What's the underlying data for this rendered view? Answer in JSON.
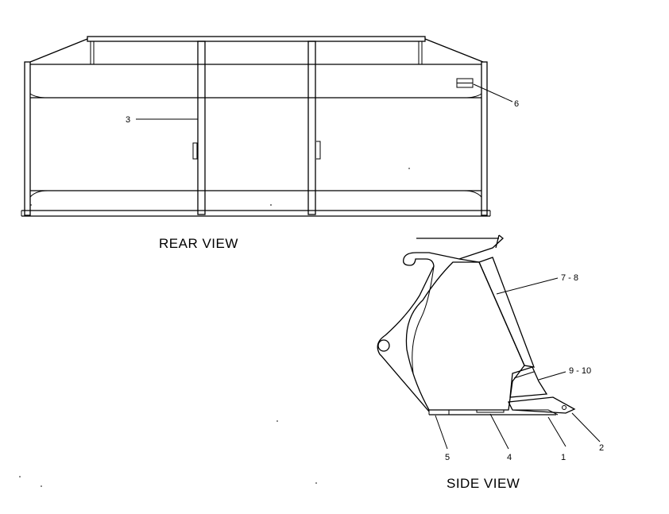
{
  "rear_view": {
    "title": "REAR VIEW",
    "callouts": {
      "c3": "3",
      "c6": "6"
    }
  },
  "side_view": {
    "title": "SIDE VIEW",
    "callouts": {
      "c78": "7 - 8",
      "c910": "9 - 10",
      "c1": "1",
      "c2": "2",
      "c4": "4",
      "c5": "5"
    }
  }
}
